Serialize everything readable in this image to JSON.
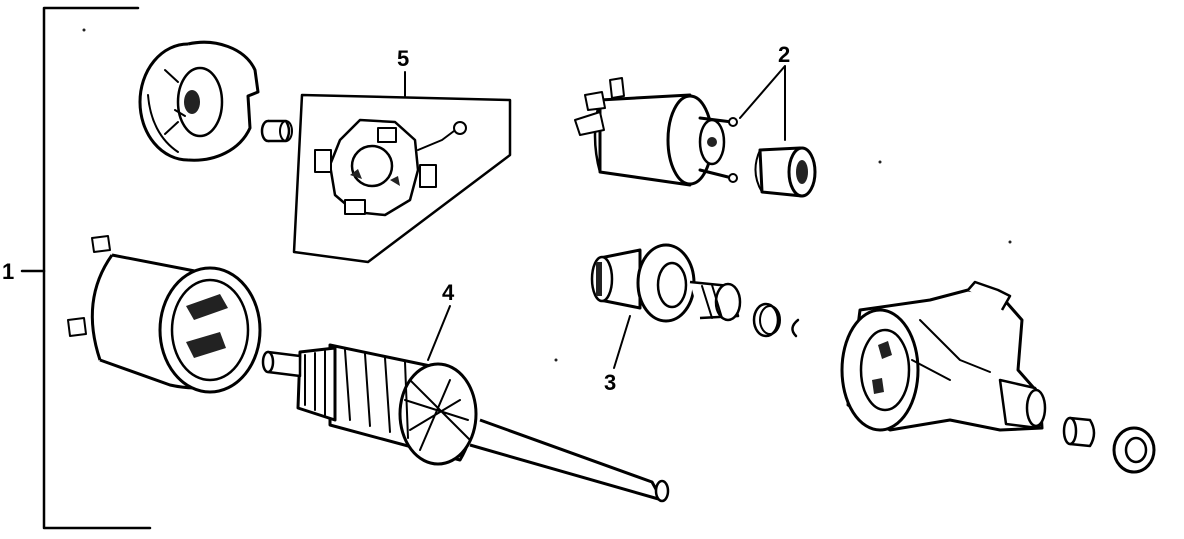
{
  "callouts": {
    "c1": "1",
    "c2": "2",
    "c3": "3",
    "c4": "4",
    "c5": "5"
  },
  "parts": [
    {
      "id": "rear-cover",
      "icon": "end-cover-icon"
    },
    {
      "id": "rear-bushing",
      "icon": "bushing-icon"
    },
    {
      "id": "brush-holder",
      "icon": "brush-holder-icon"
    },
    {
      "id": "solenoid",
      "icon": "solenoid-icon"
    },
    {
      "id": "plunger",
      "icon": "plunger-icon"
    },
    {
      "id": "field-frame",
      "icon": "field-frame-icon"
    },
    {
      "id": "armature",
      "icon": "armature-icon"
    },
    {
      "id": "drive-clutch",
      "icon": "drive-clutch-icon"
    },
    {
      "id": "spring",
      "icon": "spring-icon"
    },
    {
      "id": "retaining-clip",
      "icon": "clip-icon"
    },
    {
      "id": "drive-housing",
      "icon": "drive-housing-icon"
    },
    {
      "id": "front-bushing",
      "icon": "bushing-icon"
    },
    {
      "id": "washer",
      "icon": "washer-icon"
    }
  ]
}
